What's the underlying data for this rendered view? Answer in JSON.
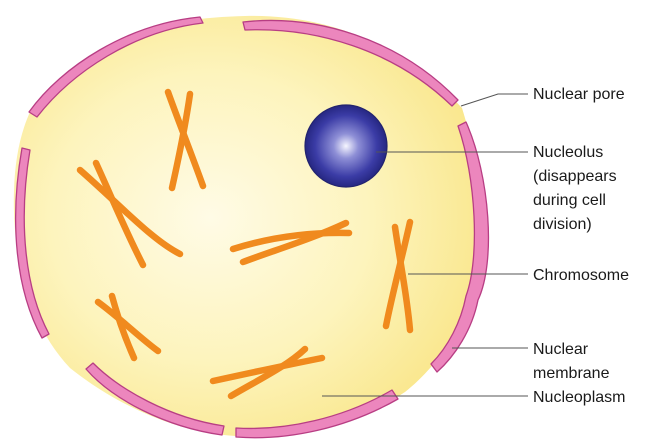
{
  "labels": {
    "pore": "Nuclear pore",
    "nucleolus": [
      "Nucleolus",
      "(disappears",
      "during cell",
      "division)"
    ],
    "chromosome": "Chromosome",
    "membrane": [
      "Nuclear",
      "membrane"
    ],
    "nucleoplasm": "Nucleoplasm"
  },
  "colors": {
    "nucleoplasm": "#fdf2b0",
    "membrane": "#e97bb4",
    "chromosome": "#f08a1e",
    "nucleolus": "#2e2f96",
    "leader": "#555555"
  }
}
